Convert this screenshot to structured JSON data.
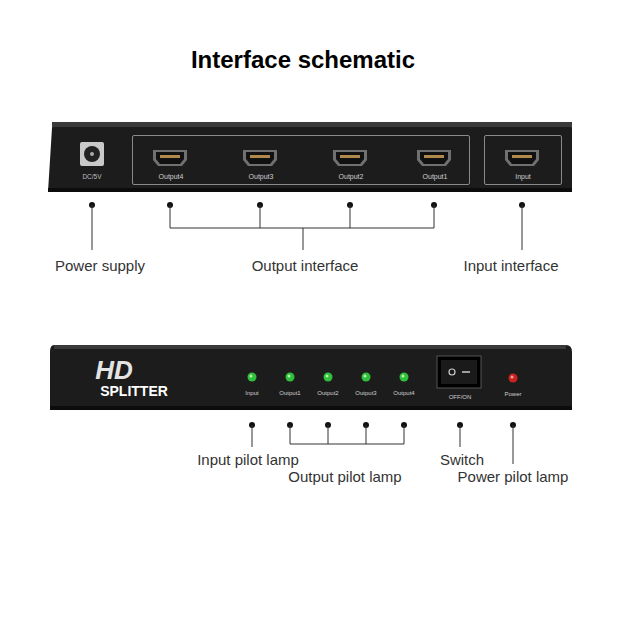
{
  "diagram": {
    "title": "Interface schematic",
    "nodes": [
      {
        "text": [
          "Output4",
          "Output3",
          "Output2",
          "Output1"
        ]
      },
      {
        "text": [
          "Input"
        ]
      }
    ],
    "labels": [
      "DC/5V",
      "Power supply",
      "Output interface",
      "Input interface",
      "HD",
      "SPLITTER",
      "Input",
      "Output1",
      "Output2",
      "Output3",
      "Output4",
      "OFF/ON",
      "Power",
      "Input pilot lamp",
      "Output pilot lamp",
      "Switch",
      "Power pilot lamp"
    ]
  }
}
